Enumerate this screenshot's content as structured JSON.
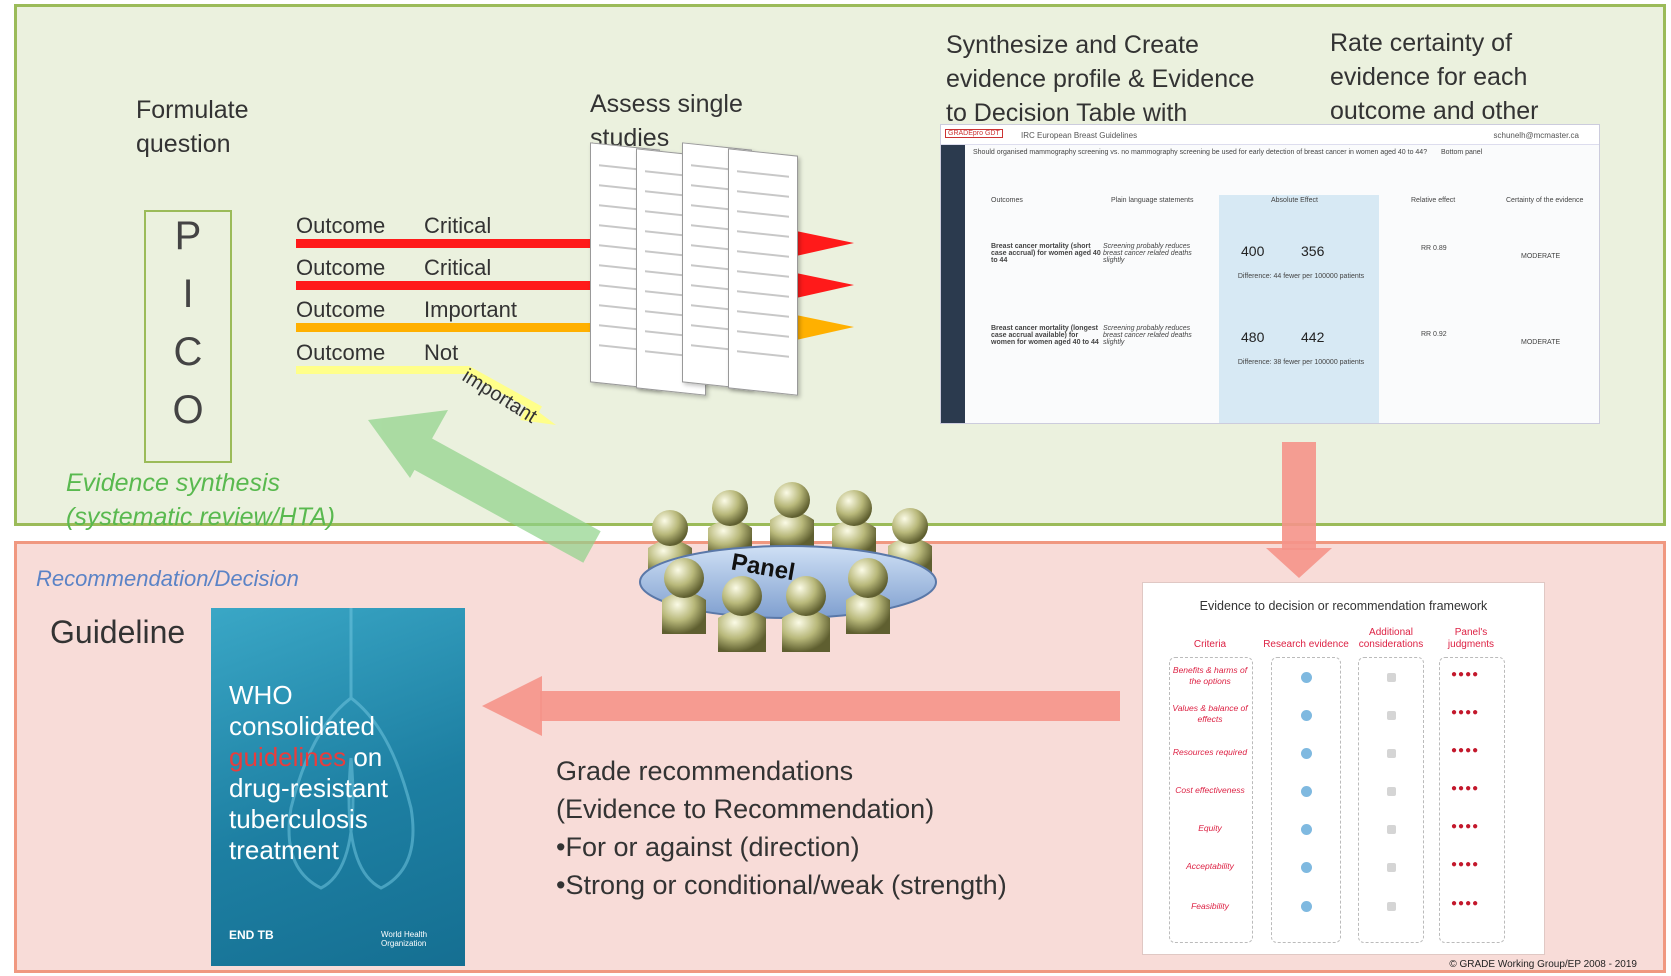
{
  "top": {
    "formulate": [
      "Formulate",
      "question"
    ],
    "pico": [
      "P",
      "I",
      "C",
      "O"
    ],
    "outcomes": [
      {
        "label": "Outcome",
        "rating": "Critical",
        "color": "#ff2020"
      },
      {
        "label": "Outcome",
        "rating": "Critical",
        "color": "#ff2020"
      },
      {
        "label": "Outcome",
        "rating": "Important",
        "color": "#ffb400"
      },
      {
        "label": "Outcome",
        "rating": "Not",
        "color": "#ffff90"
      }
    ],
    "not_important_suffix": "important",
    "assess": [
      "Assess single",
      "studies"
    ],
    "synthesize": [
      "Synthesize and Create",
      "evidence profile & Evidence",
      "to Decision Table with"
    ],
    "rate": [
      "Rate certainty of",
      "evidence for each",
      "outcome and other"
    ],
    "evidence_synthesis": [
      "Evidence synthesis",
      "(systematic review/HTA)"
    ]
  },
  "screenshot": {
    "app_title": "IRC European Breast Guidelines",
    "question": "Should organised mammography screening vs. no mammography screening be used for early detection of breast cancer in women aged 40 to 44?",
    "user": "schunelh@mcmaster.ca",
    "bottom_panel": "Bottom panel",
    "headers": {
      "outcomes": "Outcomes",
      "plain": "Plain language statements",
      "absolute": "Absolute Effect",
      "relative": "Relative effect",
      "certainty": "Certainty of the evidence"
    },
    "rows": [
      {
        "outcome": "Breast cancer mortality (short case accrual) for women aged 40 to 44",
        "plain": "Screening probably reduces breast cancer related deaths slightly",
        "without": "400",
        "with": "356",
        "diff": "Difference: 44 fewer per 100000 patients",
        "rr": "RR 0.89",
        "certainty": "MODERATE"
      },
      {
        "outcome": "Breast cancer mortality (longest case accrual available) for women for women aged 40 to 44",
        "plain": "Screening probably reduces breast cancer related deaths slightly",
        "without": "480",
        "with": "442",
        "diff": "Difference: 38 fewer per 100000 patients",
        "rr": "RR 0.92",
        "certainty": "MODERATE"
      }
    ]
  },
  "bottom": {
    "category": "Recommendation/Decision",
    "guideline": "Guideline",
    "panel": "Panel",
    "cover": {
      "line1": "WHO",
      "line2": "consolidated",
      "highlight": "guidelines",
      "line3_rest": " on",
      "line4": "drug-resistant",
      "line5": "tuberculosis",
      "line6": "treatment",
      "end_tb": "END TB",
      "who": "World Health Organization"
    },
    "grade": [
      "Grade recommendations",
      "(Evidence to Recommendation)",
      "•For or against (direction)",
      "•Strong or conditional/weak (strength)"
    ],
    "etd": {
      "title": "Evidence to decision or recommendation framework",
      "col_criteria": "Criteria",
      "col_research": "Research evidence",
      "col_additional": "Additional considerations",
      "col_judgments": "Panel's judgments",
      "criteria": [
        "Benefits & harms of the options",
        "Values & balance of effects",
        "Resources required",
        "Cost effectiveness",
        "Equity",
        "Acceptability",
        "Feasibility"
      ],
      "judgment_marks": "●●●●"
    },
    "copyright": "© GRADE Working Group/EP 2008 - 2019"
  }
}
